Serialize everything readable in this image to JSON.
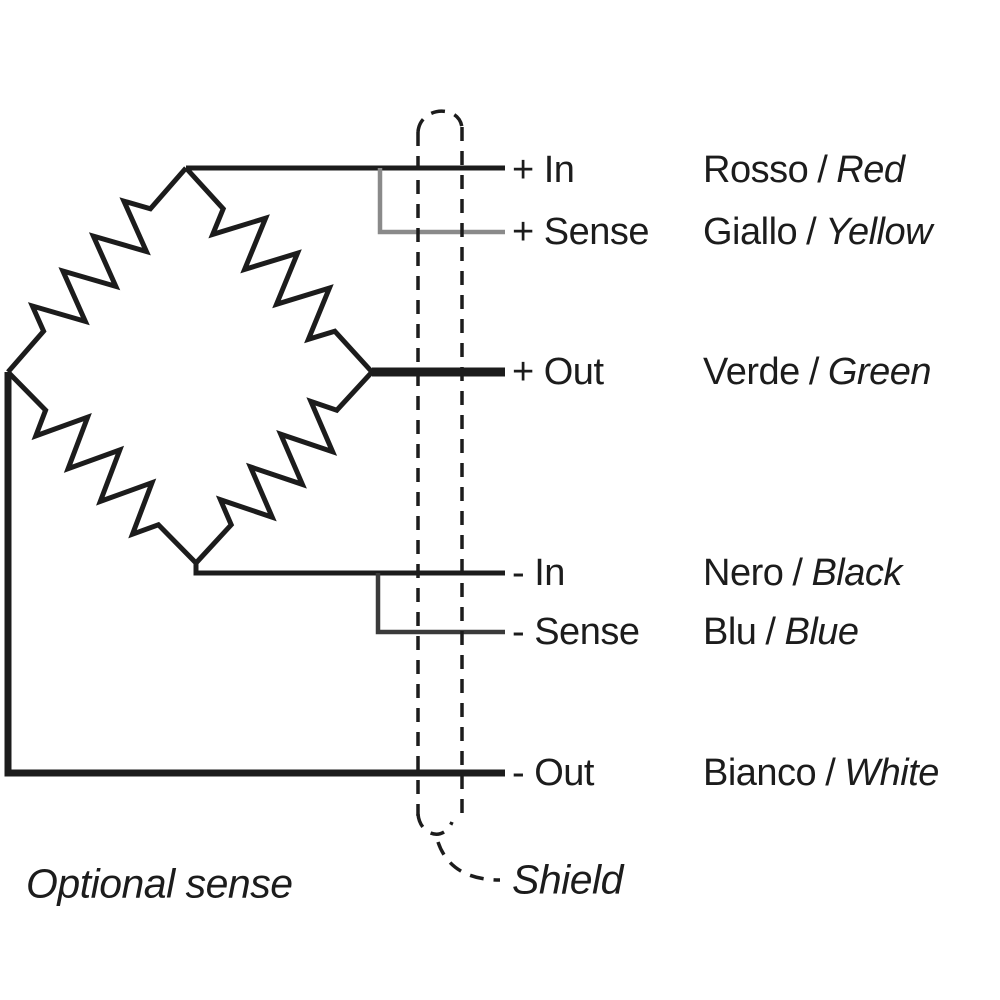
{
  "separator": "/",
  "terminals": [
    {
      "terminal": "+ In",
      "color_it": "Rosso",
      "color_en": "Red"
    },
    {
      "terminal": "+ Sense",
      "color_it": "Giallo",
      "color_en": "Yellow"
    },
    {
      "terminal": "+ Out",
      "color_it": "Verde",
      "color_en": "Green"
    },
    {
      "terminal": "- In",
      "color_it": "Nero",
      "color_en": "Black"
    },
    {
      "terminal": "- Sense",
      "color_it": "Blu",
      "color_en": "Blue"
    },
    {
      "terminal": "- Out",
      "color_it": "Bianco",
      "color_en": "White"
    }
  ],
  "notes": {
    "optional_sense": "Optional sense",
    "shield": "Shield"
  },
  "colors": {
    "line": "#1c1c1c",
    "sense_line": "#8a8a8a",
    "dark_sense_line": "#3a3a3a",
    "background": "#ffffff"
  }
}
